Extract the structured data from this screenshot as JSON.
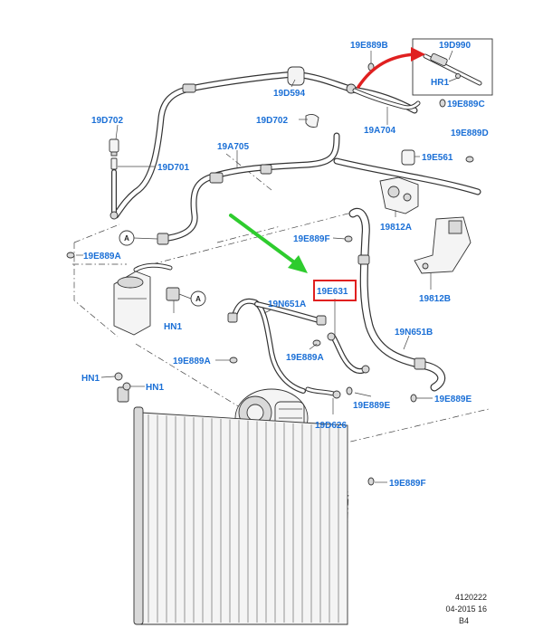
{
  "diagram": {
    "labels": {
      "l_19E889B": "19E889B",
      "l_19D990": "19D990",
      "l_HR1_top": "HR1",
      "l_19E889C": "19E889C",
      "l_19D594": "19D594",
      "l_19D702_a": "19D702",
      "l_19D702_b": "19D702",
      "l_19A704": "19A704",
      "l_19E889D": "19E889D",
      "l_19A705": "19A705",
      "l_19E561": "19E561",
      "l_19D701": "19D701",
      "l_19812A": "19812A",
      "l_19E889F_a": "19E889F",
      "l_19E889A_a": "19E889A",
      "l_19E631": "19E631",
      "l_19N651A": "19N651A",
      "l_19812B": "19812B",
      "l_HN1_a": "HN1",
      "l_19N651B": "19N651B",
      "l_19E889A_b": "19E889A",
      "l_19E889A_c": "19E889A",
      "l_HN1_b": "HN1",
      "l_HN1_c": "HN1",
      "l_19E889E_a": "19E889E",
      "l_19E889E_b": "19E889E",
      "l_19D626": "19D626",
      "l_19E889F_b": "19E889F"
    },
    "ref_markers": [
      "A",
      "A"
    ],
    "footer": {
      "code": "4120222",
      "date": "04-2015 16",
      "sheet": "B4"
    },
    "colors": {
      "label_blue": "#1a6fd6",
      "highlight_red": "#e02020",
      "green_arrow": "#2ecc2e",
      "red_arrow": "#e02020"
    }
  }
}
